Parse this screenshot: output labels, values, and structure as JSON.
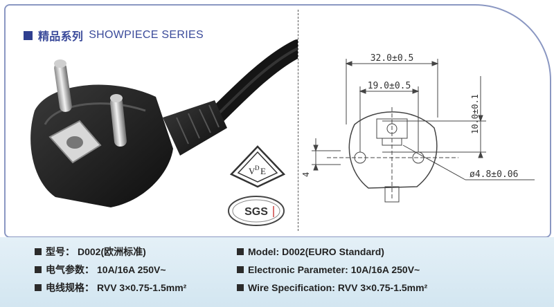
{
  "series": {
    "cn": "精品系列",
    "en": "SHOWPIECE SERIES"
  },
  "drawing": {
    "width_dim": "32.0±0.5",
    "pin_spacing": "19.0±0.5",
    "height_dim": "10.0±0.1",
    "pin_diameter": "ø4.8±0.06",
    "small_dim": "4"
  },
  "certifications": {
    "vde": "VE",
    "vde_d": "D",
    "sgs": "SGS"
  },
  "specs_cn": {
    "model_label": "型号：",
    "model_value": "D002(欧洲标准)",
    "param_label": "电气参数：",
    "param_value": "10A/16A 250V~",
    "wire_label": "电线规格：",
    "wire_value": "RVV 3×0.75-1.5mm²"
  },
  "specs_en": {
    "model_label": "Model:",
    "model_value": "D002(EURO Standard)",
    "param_label": "Electronic Parameter:",
    "param_value": "10A/16A 250V~",
    "wire_label": "Wire Specification:",
    "wire_value": "RVV 3×0.75-1.5mm²"
  },
  "colors": {
    "accent": "#3a4a9a",
    "frame": "#8a97c2",
    "spec_bg": "#d9eaf4",
    "plug": "#1e1e1e"
  }
}
